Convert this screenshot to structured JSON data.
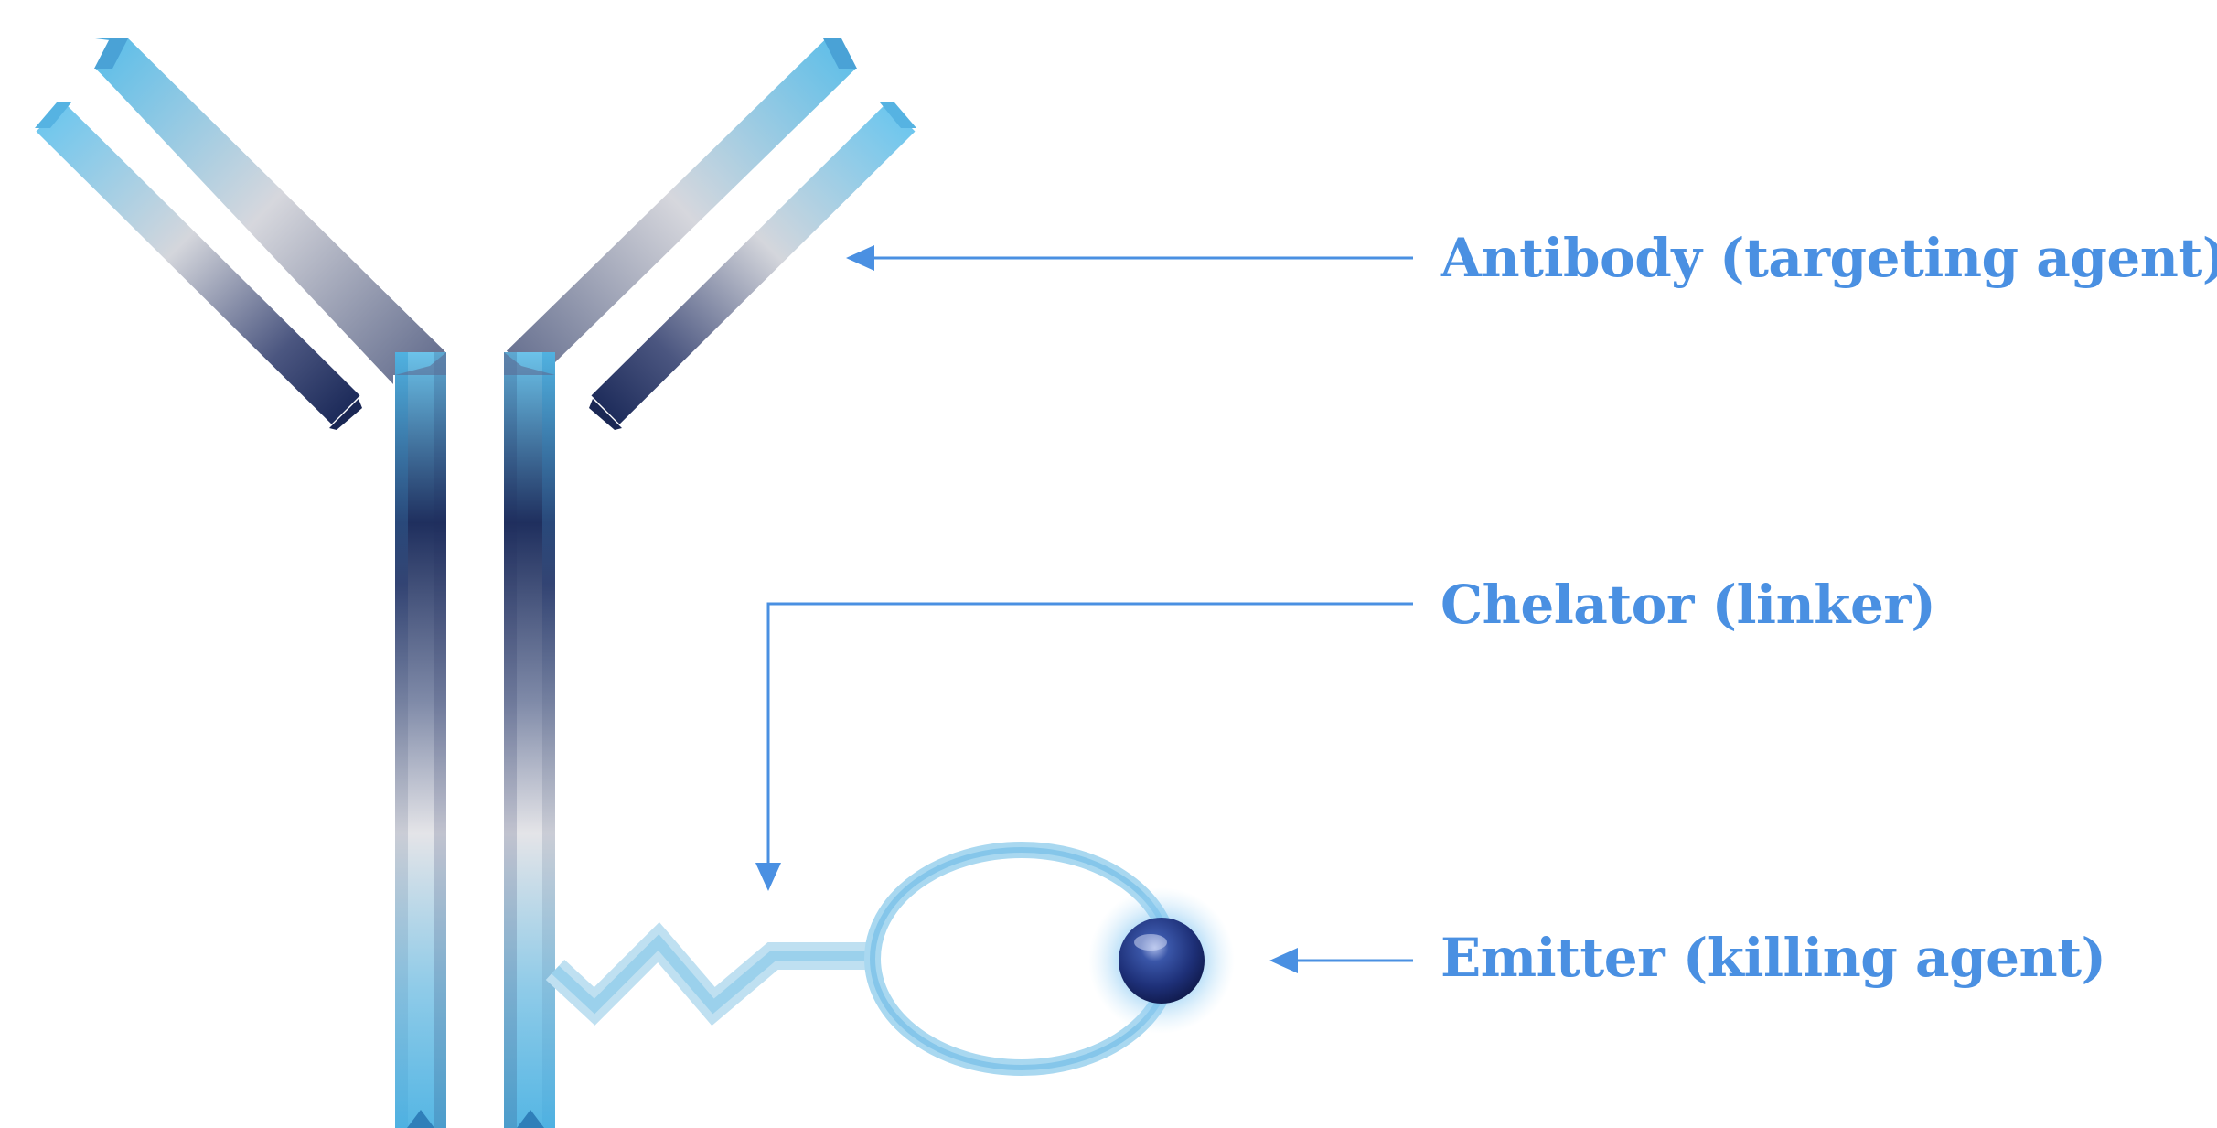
{
  "labels": {
    "antibody": "Antibody (targeting agent)",
    "chelator": "Chelator (linker)",
    "emitter": "Emitter (killing agent)"
  },
  "colors": {
    "accent": "#4a90e2",
    "antibody_light": "#6cc3ea",
    "antibody_dark": "#1f2f5e",
    "antibody_mid": "#dcdde3",
    "emitter_core": "#1e3078",
    "emitter_glow": "#5fb4ee"
  }
}
